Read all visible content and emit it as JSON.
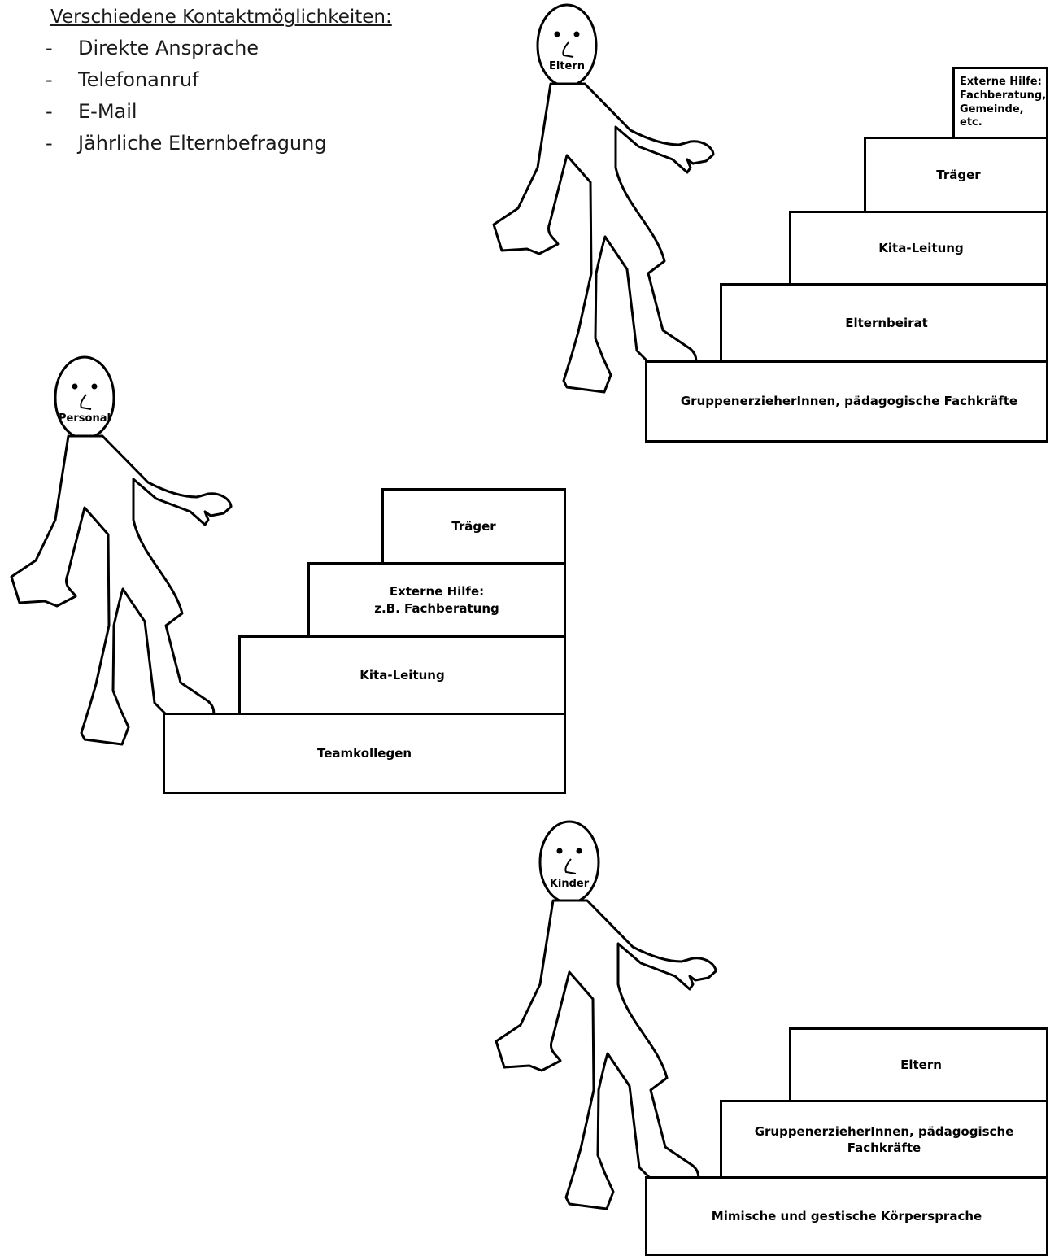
{
  "contacts": {
    "title": "Verschiedene Kontaktmöglichkeiten:",
    "items": [
      "Direkte Ansprache",
      "Telefonanruf",
      "E-Mail",
      "Jährliche Elternbefragung"
    ]
  },
  "groups": {
    "eltern": {
      "label": "Eltern",
      "steps": [
        "GruppenerzieherInnen, pädagogische Fachkräfte",
        "Elternbeirat",
        "Kita-Leitung",
        "Träger",
        "Externe Hilfe:\nFachberatung,\nGemeinde, etc."
      ]
    },
    "personal": {
      "label": "Personal",
      "steps": [
        "Teamkollegen",
        "Kita-Leitung",
        "Externe Hilfe:\nz.B. Fachberatung",
        "Träger"
      ]
    },
    "kinder": {
      "label": "Kinder",
      "steps": [
        "Mimische und gestische Körpersprache",
        "GruppenerzieherInnen, pädagogische Fachkräfte",
        "Eltern"
      ]
    }
  }
}
